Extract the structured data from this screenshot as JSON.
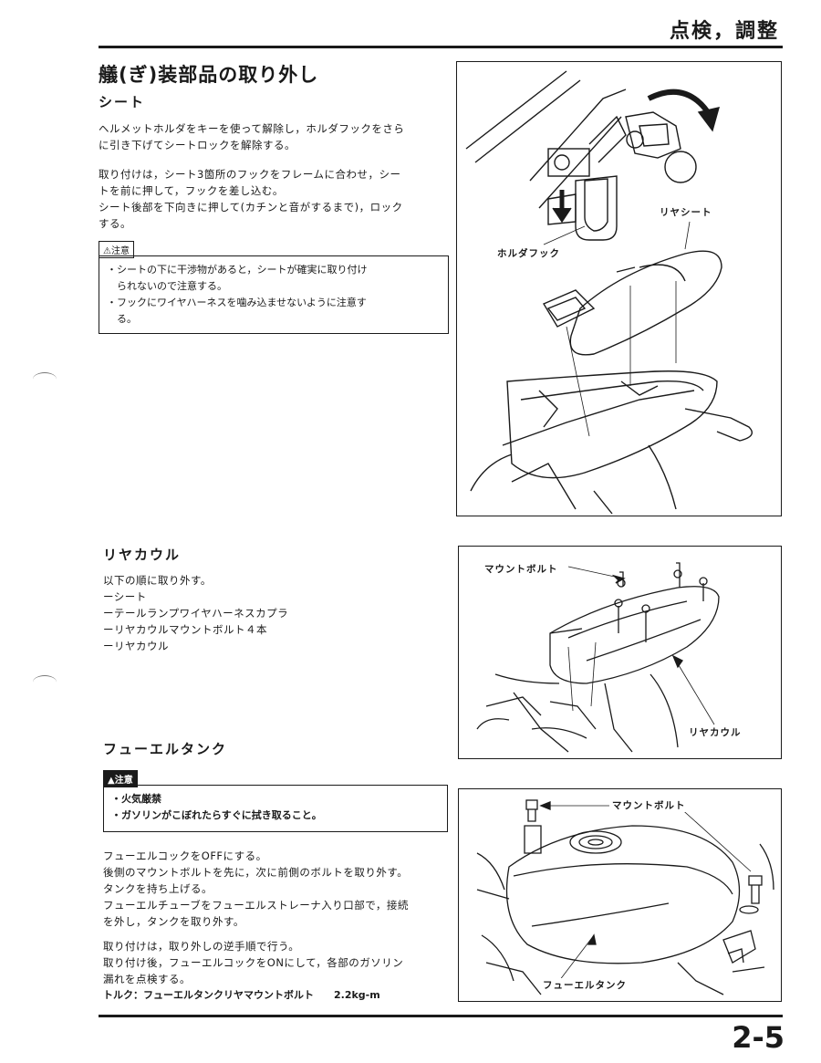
{
  "header": {
    "title": "点検，調整"
  },
  "page_number": "2-5",
  "main_title": "艤(ぎ)装部品の取り外し",
  "seat": {
    "heading": "シート",
    "para1": [
      "ヘルメットホルダをキーを使って解除し，ホルダフックをさら",
      "に引き下げてシートロックを解除する。"
    ],
    "para2": [
      "取り付けは，シート3箇所のフックをフレームに合わせ，シー",
      "トを前に押して，フックを差し込む。",
      "シート後部を下向きに押して(カチンと音がするまで)，ロック",
      "する。"
    ],
    "caution_label": "⚠注意",
    "caution_items": [
      "・シートの下に干渉物があると，シートが確実に取り付け",
      "　られないので注意する。",
      "・フックにワイヤハーネスを噛み込ませないように注意す",
      "　る。"
    ]
  },
  "rear_cowl": {
    "heading": "リヤカウル",
    "lines": [
      "以下の順に取り外す。",
      "ーシート",
      "ーテールランプワイヤハーネスカプラ",
      "ーリヤカウルマウントボルト４本",
      "ーリヤカウル"
    ]
  },
  "fuel_tank": {
    "heading": "フューエルタンク",
    "caution_label": "▲注意",
    "caution_items": [
      "・火気厳禁",
      "・ガソリンがこぼれたらすぐに拭き取ること。"
    ],
    "para1": [
      "フューエルコックをOFFにする。",
      "後側のマウントボルトを先に，次に前側のボルトを取り外す。",
      "タンクを持ち上げる。",
      "フューエルチューブをフューエルストレーナ入り口部で，接続",
      "を外し，タンクを取り外す。"
    ],
    "para2": [
      "取り付けは，取り外しの逆手順で行う。",
      "取り付け後，フューエルコックをONにして，各部のガソリン",
      "漏れを点検する。"
    ],
    "torque": "トルク：フューエルタンクリヤマウントボルト　　2.2kg-m"
  },
  "figures": {
    "seat": {
      "label_rear_seat": "リヤシート",
      "label_holder_hook": "ホルダフック"
    },
    "cowl": {
      "label_mount_bolt": "マウントボルト",
      "label_rear_cowl": "リヤカウル"
    },
    "tank": {
      "label_mount_bolt": "マウントボルト",
      "label_fuel_tank": "フューエルタンク"
    }
  }
}
